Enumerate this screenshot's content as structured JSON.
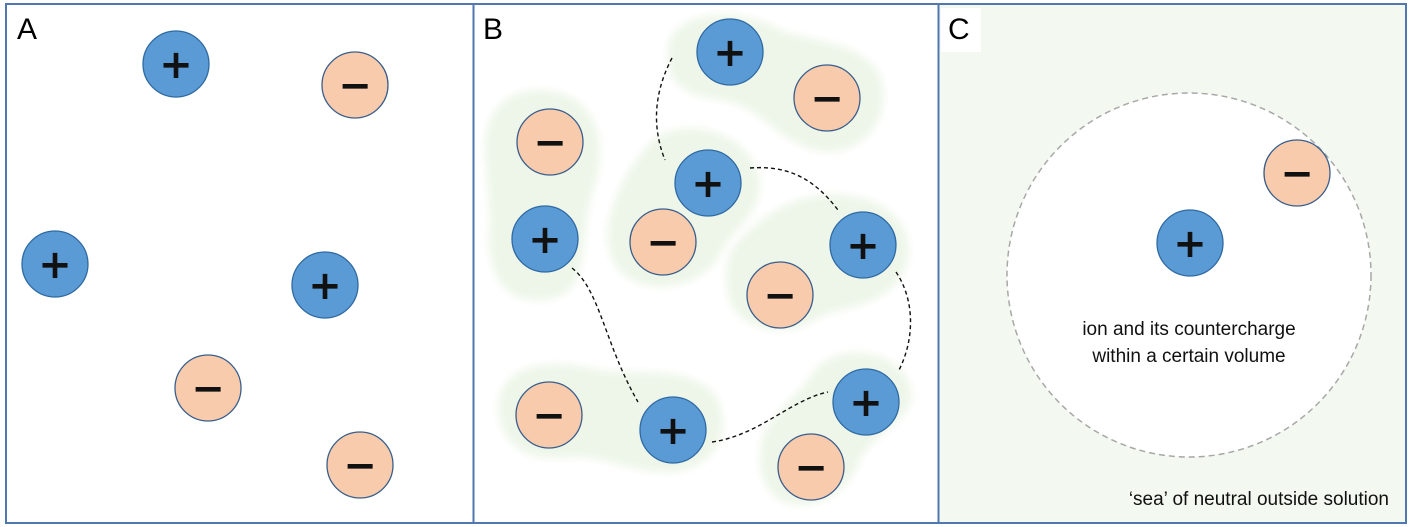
{
  "panels": [
    {
      "label": "A"
    },
    {
      "label": "B"
    },
    {
      "label": "C",
      "caption_inner_line1": "ion and its countercharge",
      "caption_inner_line2": "within a certain volume",
      "caption_outer": "‘sea’ of neutral outside solution"
    }
  ],
  "symbols": {
    "plus": "+",
    "minus": "−"
  },
  "colors": {
    "cation_fill": "#5b9bd5",
    "cation_stroke": "#2f6aa3",
    "anion_fill": "#f8cbad",
    "anion_stroke": "#3a5e8c",
    "panel_border": "#4f77b0",
    "halo": "#eef6e9",
    "sea": "#f3f9f0"
  }
}
